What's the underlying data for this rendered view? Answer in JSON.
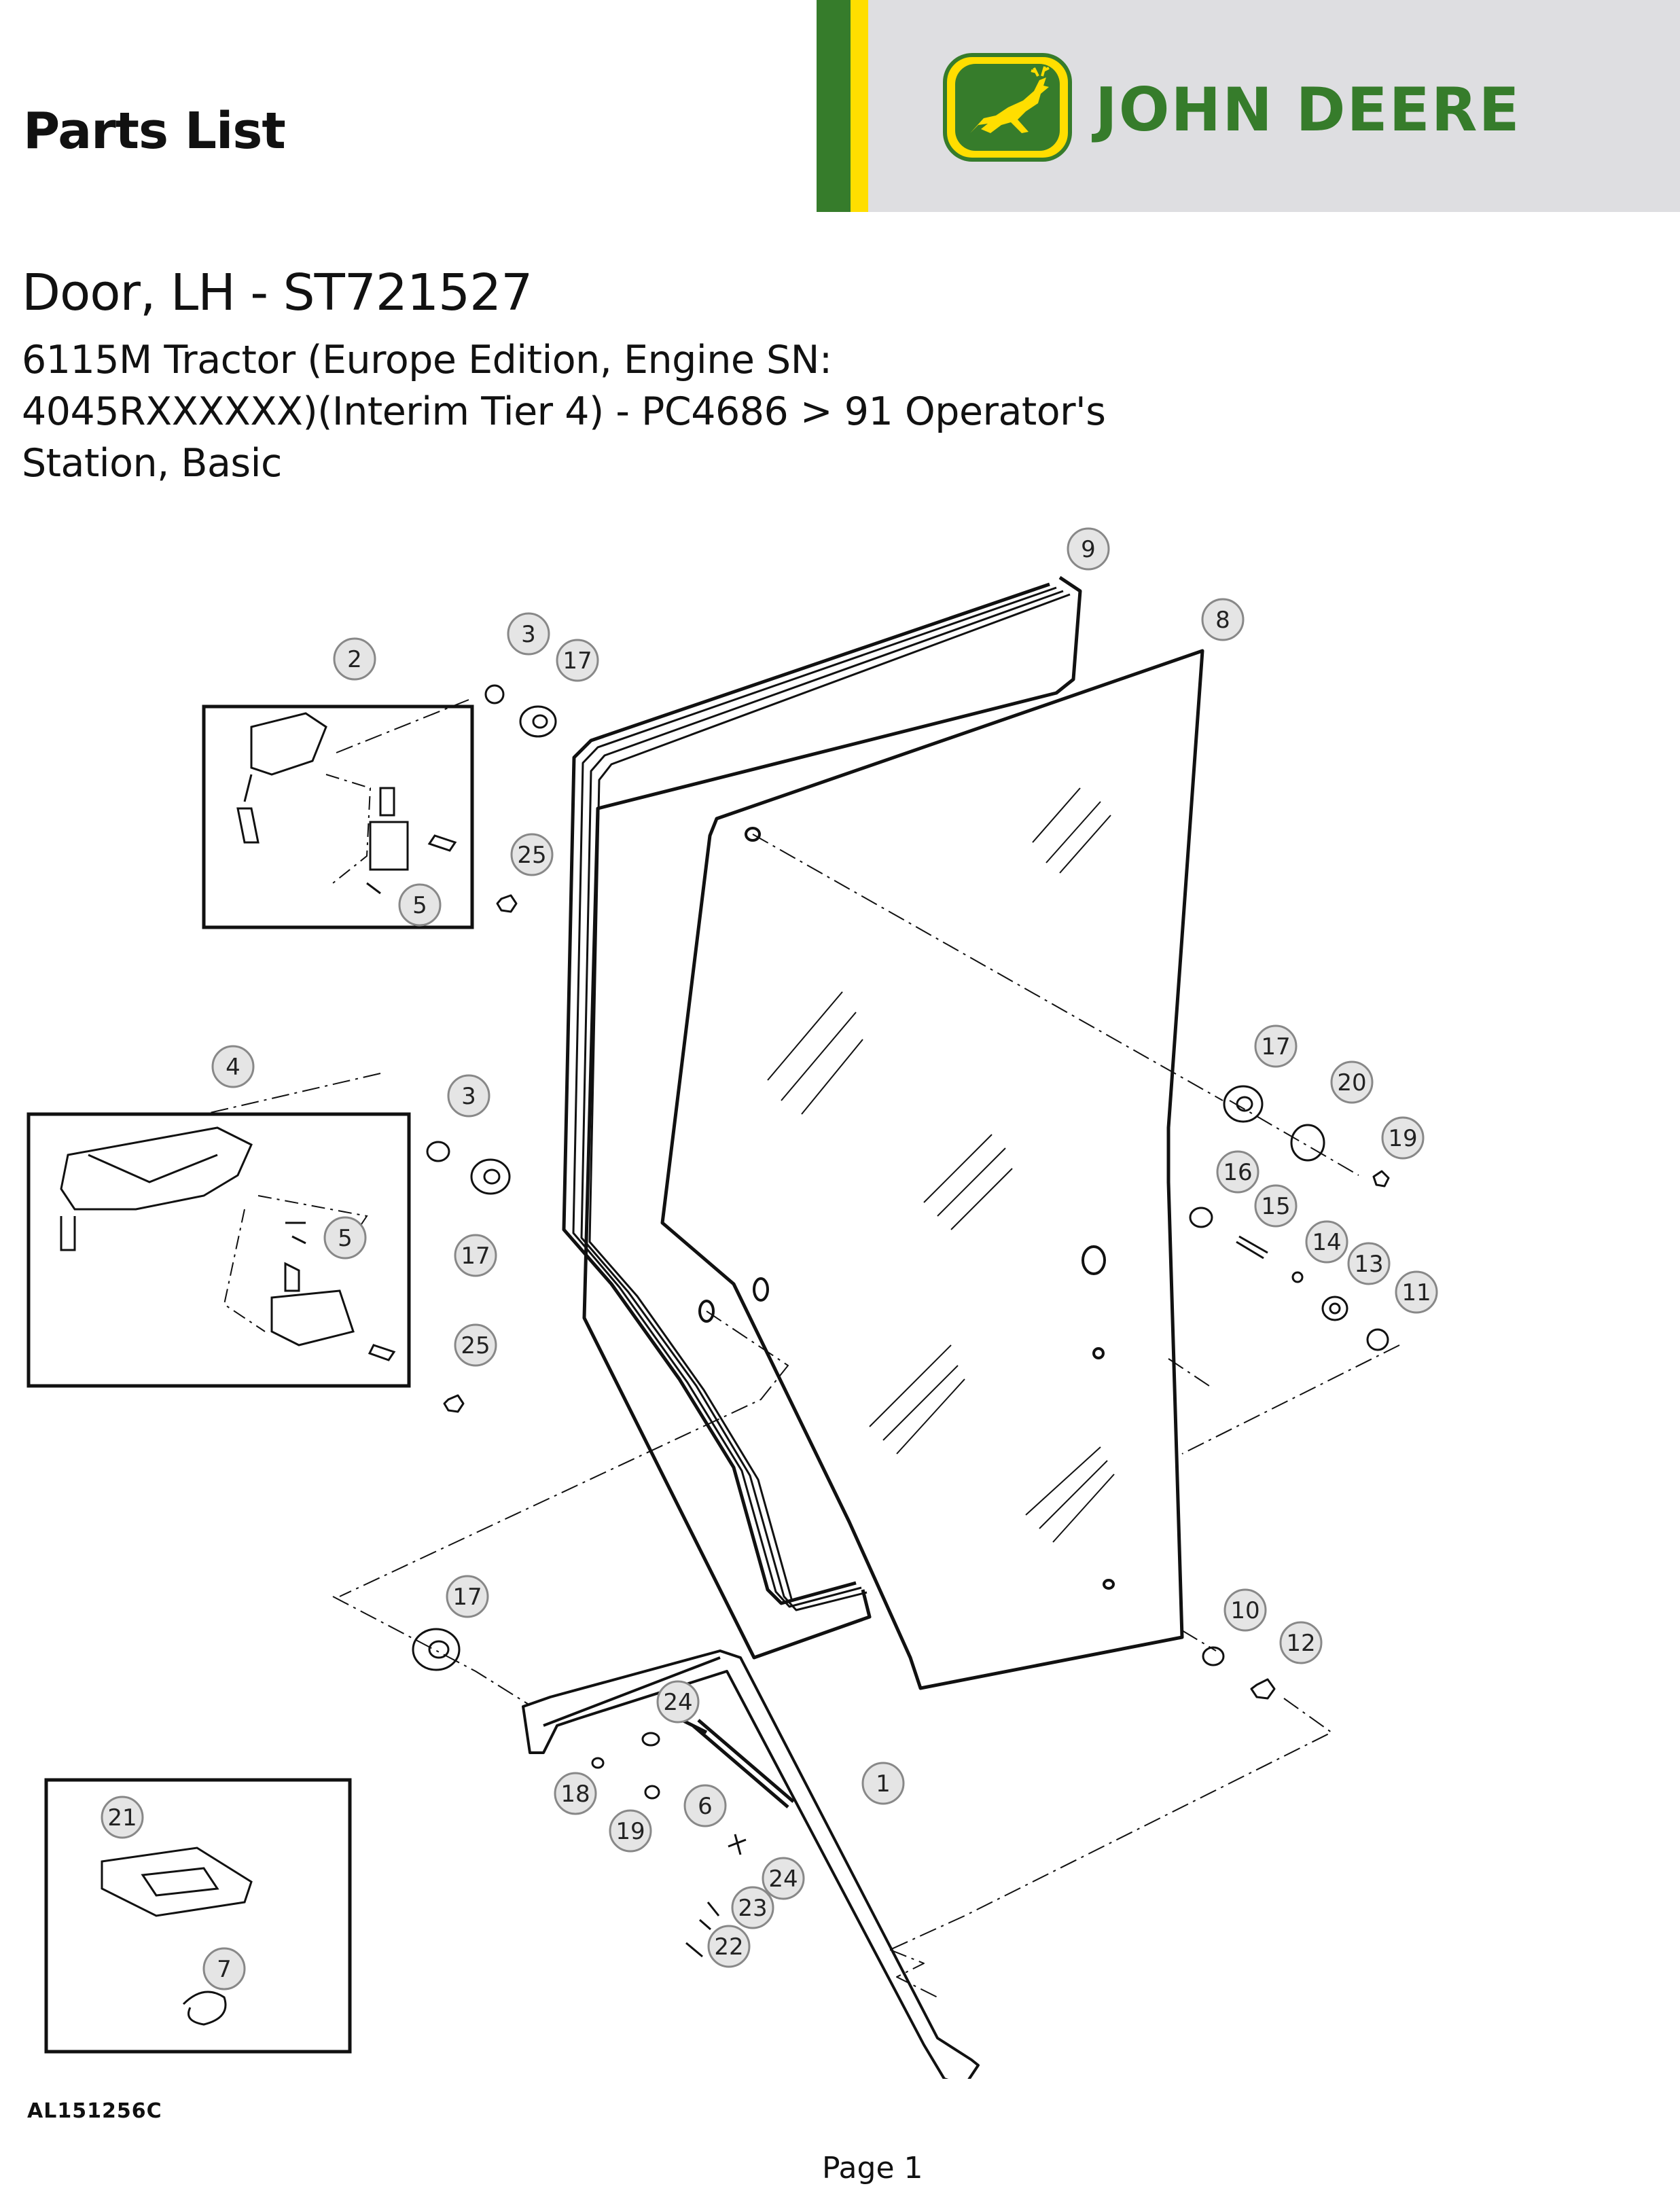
{
  "header": {
    "heading": "Parts List",
    "brand": "JOHN DEERE",
    "logo_icon": "deer-leaping-logo-icon",
    "colors": {
      "brand_green": "#367c2b",
      "brand_yellow": "#ffde00",
      "band_gray": "#dedee1"
    }
  },
  "document": {
    "title": "Door, LH - ST721527",
    "subtitle": "6115M Tractor (Europe Edition, Engine SN: 4045RXXXXXX)(Interim Tier 4) - PC4686 > 91 Operator's Station, Basic"
  },
  "diagram": {
    "figure_id": "AL151256C",
    "callouts": [
      "9",
      "8",
      "2",
      "3",
      "17",
      "25",
      "5",
      "4",
      "3",
      "5",
      "17",
      "25",
      "17",
      "20",
      "19",
      "16",
      "15",
      "14",
      "13",
      "11",
      "17",
      "24",
      "1",
      "18",
      "19",
      "6",
      "24",
      "23",
      "22",
      "10",
      "12",
      "21",
      "7"
    ]
  },
  "footer": {
    "page": "Page 1"
  }
}
